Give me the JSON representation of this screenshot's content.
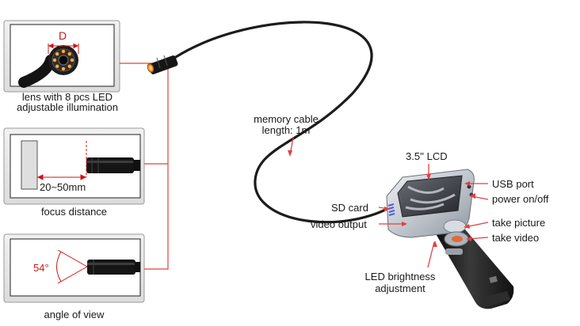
{
  "panels": {
    "lens": {
      "dimension_label": "D",
      "caption_line1": "lens with 8 pcs LED",
      "caption_line2": "adjustable illumination"
    },
    "focus": {
      "range_label": "20~50mm",
      "caption": "focus distance"
    },
    "angle": {
      "angle_label": "54°",
      "caption": "angle of view"
    }
  },
  "callouts": {
    "cable_line1": "memory cable",
    "cable_line2": "length: 1m",
    "lcd": "3.5'' LCD",
    "usb": "USB port",
    "power": "power on/off",
    "sd_card": "SD card",
    "video_output": "video output",
    "take_picture": "take picture",
    "take_video": "take video",
    "led_line1": "LED brightness",
    "led_line2": "adjustment"
  },
  "colors": {
    "annotation_red": "#d21414",
    "leader_red": "#e34040",
    "cable_black": "#1c1c1c",
    "device_silver": "#c8cdd3",
    "panel_border": "#777777"
  }
}
